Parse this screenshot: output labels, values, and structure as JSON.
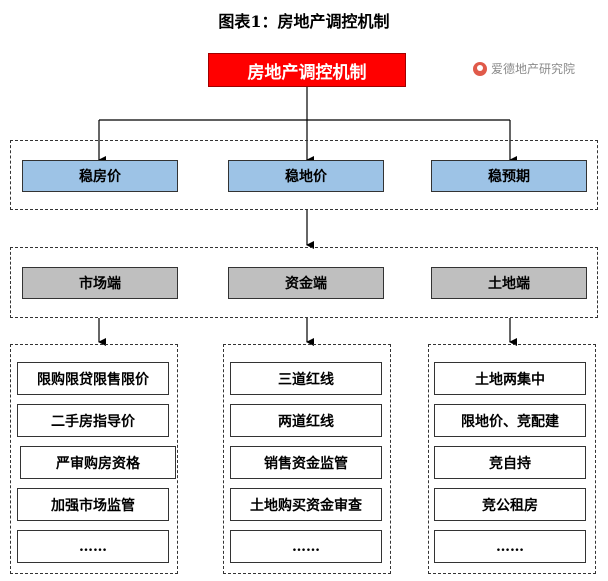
{
  "title": "图表1：房地产调控机制",
  "watermark": "爱德地产研究院",
  "root": "房地产调控机制",
  "goals": [
    "稳房价",
    "稳地价",
    "稳预期"
  ],
  "ends": [
    "市场端",
    "资金端",
    "土地端"
  ],
  "measures": {
    "market": [
      "限购限贷限售限价",
      "二手房指导价",
      "严审购房资格",
      "加强市场监管",
      "……"
    ],
    "capital": [
      "三道红线",
      "两道红线",
      "销售资金监管",
      "土地购买资金审查",
      "……"
    ],
    "land": [
      "土地两集中",
      "限地价、竞配建",
      "竞自持",
      "竞公租房",
      "……"
    ]
  }
}
